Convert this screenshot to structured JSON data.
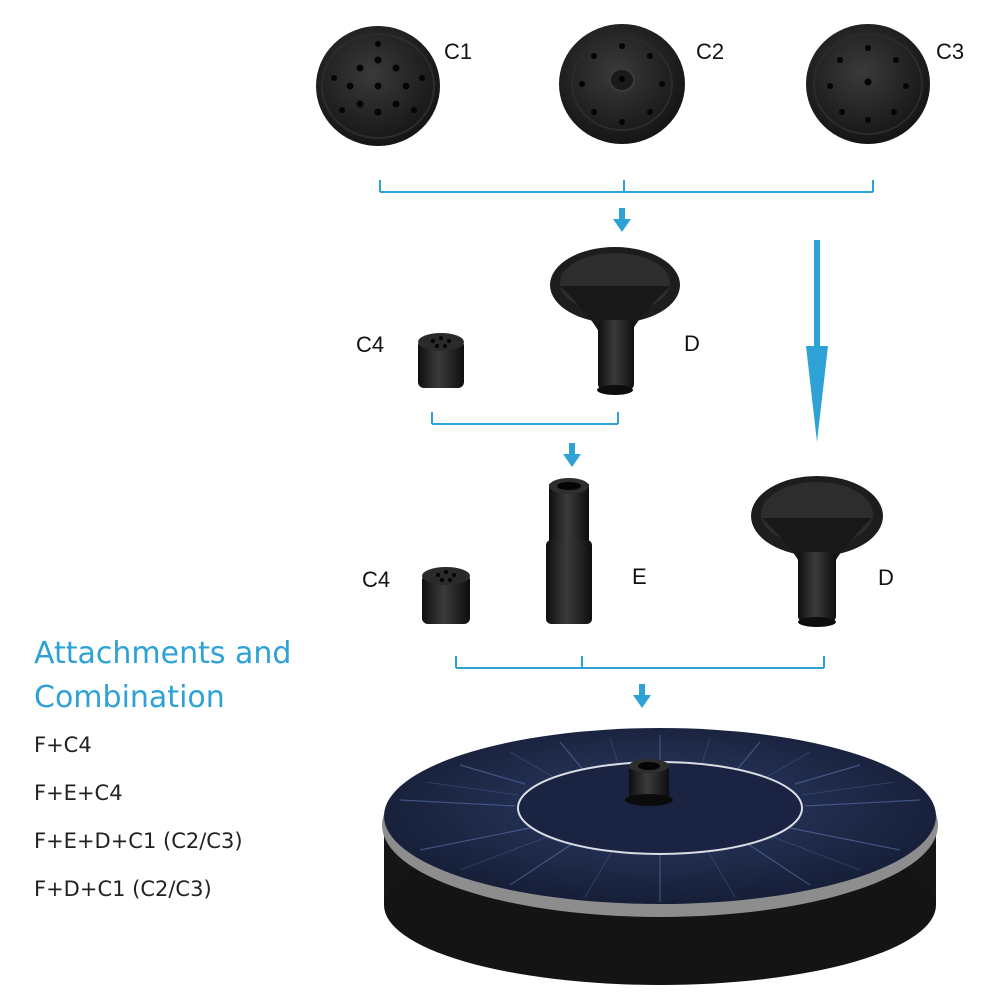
{
  "colors": {
    "accent": "#2ea2d6",
    "part_dark": "#1e1e1e",
    "text": "#222222",
    "panel": "#1f2a44"
  },
  "labels": {
    "c1": "C1",
    "c2": "C2",
    "c3": "C3",
    "c4_top": "C4",
    "d_top": "D",
    "c4_bottom": "C4",
    "e": "E",
    "d_bottom": "D"
  },
  "section": {
    "heading_line1": "Attachments and",
    "heading_line2": "Combination"
  },
  "combinations": [
    "F+C4",
    "F+E+C4",
    "F+E+D+C1 (C2/C3)",
    "F+D+C1 (C2/C3)"
  ]
}
